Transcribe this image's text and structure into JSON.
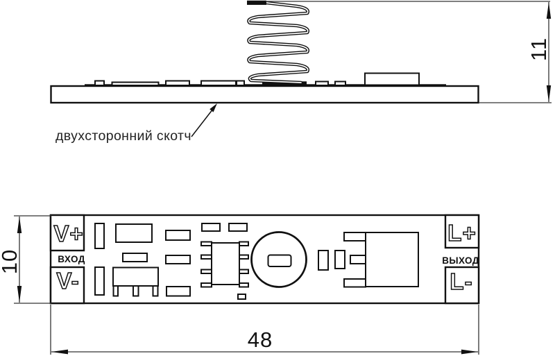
{
  "side_view": {
    "annotation": "двухсторонний скотч",
    "height_dim": "11"
  },
  "top_view": {
    "pad_v_plus": "V+",
    "pad_v_minus": "V-",
    "pad_l_plus": "L+",
    "pad_l_minus": "L-",
    "input_label": "ВХОД",
    "output_label": "ВЫХОД",
    "length_dim": "48",
    "width_dim": "10"
  },
  "colors": {
    "line": "#111111",
    "background": "#ffffff"
  }
}
